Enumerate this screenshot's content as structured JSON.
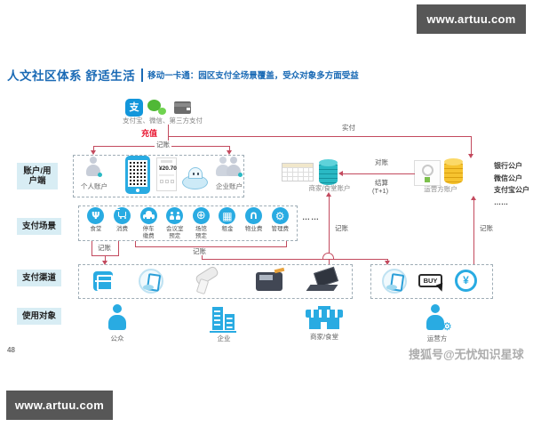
{
  "branding": {
    "site_top_right": "www.artuu.com",
    "site_bottom_left": "www.artuu.com",
    "watermark": "搜狐号@无忧知识星球",
    "page_number": "48"
  },
  "title": {
    "main": "人文社区体系 舒适生活",
    "sub": "移动一卡通：园区支付全场景覆盖，受众对象多方面受益"
  },
  "colors": {
    "accent_blue": "#29abe2",
    "title_blue": "#1a6ab5",
    "line_red": "#c34a5e",
    "teal_db": "#2ab9c4",
    "yellow_db": "#f6c32f"
  },
  "diagram": {
    "payment_sources": {
      "label": "支付宝、微信、第三方支付",
      "alipay_glyph": "支",
      "icons": [
        "alipay-icon",
        "wechat-icon",
        "wallet-icon"
      ]
    },
    "flow": {
      "recharge": "充值",
      "pay": "实付",
      "bookkeeping": "记账",
      "reconcile": "对账",
      "settle": "结算",
      "settle_cycle": "(T+1)"
    },
    "rows": [
      {
        "label": "账户/用户端"
      },
      {
        "label": "支付场景"
      },
      {
        "label": "支付渠道"
      },
      {
        "label": "使用对象"
      }
    ],
    "accounts": {
      "personal": "个人账户",
      "enterprise": "企业账户",
      "receipt_amount": "¥20.70",
      "merchant": "商家/食堂账户",
      "operator": "运营方账户",
      "public_accounts": [
        "银行公户",
        "微信公户",
        "支付宝公户",
        "……"
      ]
    },
    "scenes": {
      "items": [
        {
          "label": "食堂",
          "icon": "restaurant-icon"
        },
        {
          "label": "消费",
          "icon": "cart-icon"
        },
        {
          "label": "停车\n缴费",
          "icon": "car-icon"
        },
        {
          "label": "会议室\n预定",
          "icon": "meeting-icon"
        },
        {
          "label": "场馆\n预定",
          "icon": "stadium-icon"
        },
        {
          "label": "租金",
          "icon": "building-icon"
        },
        {
          "label": "物业费",
          "icon": "magnet-icon"
        },
        {
          "label": "管理费",
          "icon": "wrench-icon"
        }
      ],
      "more": "……"
    },
    "channels": {
      "buy_label": "BUY",
      "yuan_symbol": "¥",
      "offline_icons": [
        "qr-scan-icon",
        "hand-phone-icon",
        "scanner-gun-icon",
        "pos-terminal-icon",
        "card-reader-icon"
      ],
      "online_icons": [
        "hand-phone-icon",
        "buy-button-icon",
        "yuan-circle-icon"
      ]
    },
    "users": [
      {
        "label": "公众",
        "icon": "person-icon"
      },
      {
        "label": "企业",
        "icon": "buildings-icon"
      },
      {
        "label": "商家/食堂",
        "icon": "storefront-icon"
      },
      {
        "label": "运营方",
        "icon": "operator-person-icon"
      }
    ]
  }
}
